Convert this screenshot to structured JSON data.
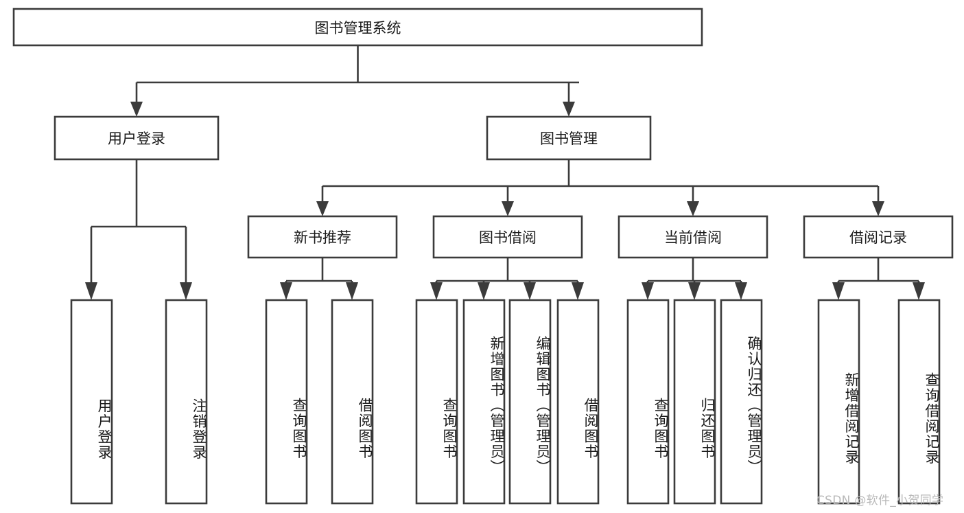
{
  "diagram": {
    "title": "图书管理系统",
    "type": "tree",
    "root": {
      "label": "图书管理系统"
    },
    "level2": [
      {
        "label": "用户登录"
      },
      {
        "label": "图书管理"
      }
    ],
    "level3": [
      {
        "label": "新书推荐"
      },
      {
        "label": "图书借阅"
      },
      {
        "label": "当前借阅"
      },
      {
        "label": "借阅记录"
      }
    ],
    "leaves": {
      "user_login": [
        {
          "label": "用户登录"
        },
        {
          "label": "注销登录"
        }
      ],
      "new_book_recommend": [
        {
          "label": "查询图书"
        },
        {
          "label": "借阅图书"
        }
      ],
      "book_borrow": [
        {
          "label": "查询图书"
        },
        {
          "label": "新增图书（管理员）"
        },
        {
          "label": "编辑图书（管理员）"
        },
        {
          "label": "借阅图书"
        }
      ],
      "current_borrow": [
        {
          "label": "查询图书"
        },
        {
          "label": "归还图书"
        },
        {
          "label": "确认归还（管理员）"
        }
      ],
      "borrow_records": [
        {
          "label": "新增借阅记录"
        },
        {
          "label": "查询借阅记录"
        }
      ]
    }
  },
  "watermark": {
    "text": "CSDN @软件_小贺同学"
  },
  "colors": {
    "stroke": "#3b3b3b",
    "text": "#1a1a1a",
    "background": "#ffffff",
    "watermark": "#b9b9b9"
  }
}
